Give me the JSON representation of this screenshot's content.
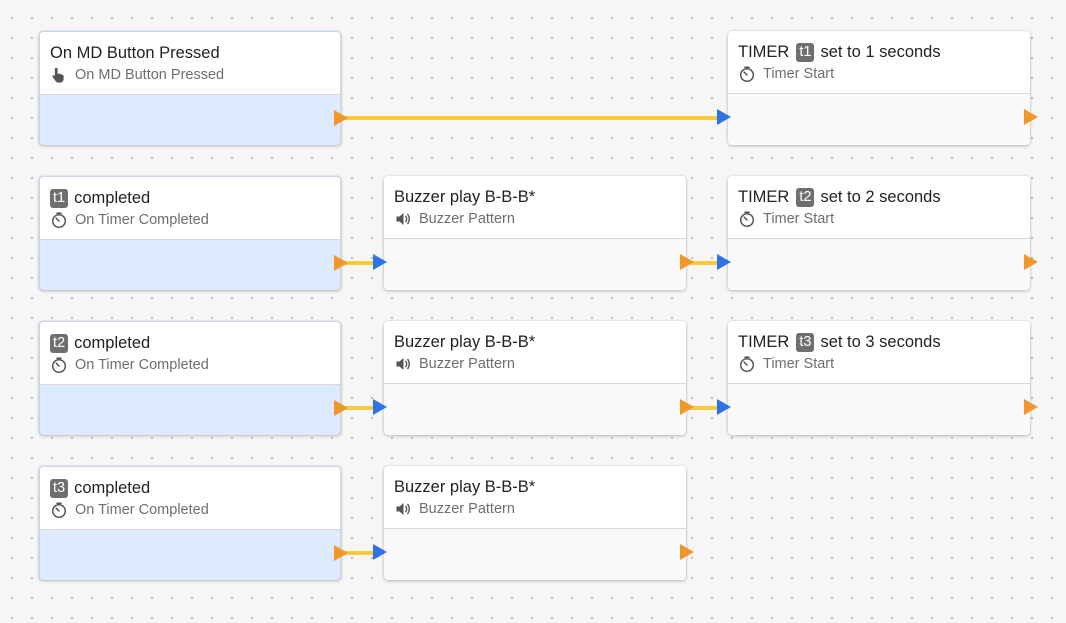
{
  "nodes": [
    {
      "id": "md-button",
      "kind": "trigger",
      "col": 0,
      "row": 0,
      "title_parts": [
        "On MD Button Pressed"
      ],
      "subtitle": "On MD Button Pressed",
      "icon": "hand-pointer-icon"
    },
    {
      "id": "timer-start-t1",
      "kind": "action",
      "col": 2,
      "row": 0,
      "title_parts": [
        "TIMER",
        "t1",
        "set to 1 seconds"
      ],
      "subtitle": "Timer Start",
      "icon": "timer-icon"
    },
    {
      "id": "t1-completed",
      "kind": "trigger",
      "col": 0,
      "row": 1,
      "title_parts": [
        "t1",
        "completed"
      ],
      "subtitle": "On Timer Completed",
      "icon": "timer-icon"
    },
    {
      "id": "buzzer-1",
      "kind": "action",
      "col": 1,
      "row": 1,
      "title_parts": [
        "Buzzer play B-B-B*"
      ],
      "subtitle": "Buzzer Pattern",
      "icon": "speaker-icon"
    },
    {
      "id": "timer-start-t2",
      "kind": "action",
      "col": 2,
      "row": 1,
      "title_parts": [
        "TIMER",
        "t2",
        "set to 2 seconds"
      ],
      "subtitle": "Timer Start",
      "icon": "timer-icon"
    },
    {
      "id": "t2-completed",
      "kind": "trigger",
      "col": 0,
      "row": 2,
      "title_parts": [
        "t2",
        "completed"
      ],
      "subtitle": "On Timer Completed",
      "icon": "timer-icon"
    },
    {
      "id": "buzzer-2",
      "kind": "action",
      "col": 1,
      "row": 2,
      "title_parts": [
        "Buzzer play B-B-B*"
      ],
      "subtitle": "Buzzer Pattern",
      "icon": "speaker-icon"
    },
    {
      "id": "timer-start-t3",
      "kind": "action",
      "col": 2,
      "row": 2,
      "title_parts": [
        "TIMER",
        "t3",
        "set to 3 seconds"
      ],
      "subtitle": "Timer Start",
      "icon": "timer-icon"
    },
    {
      "id": "t3-completed",
      "kind": "trigger",
      "col": 0,
      "row": 3,
      "title_parts": [
        "t3",
        "completed"
      ],
      "subtitle": "On Timer Completed",
      "icon": "timer-icon"
    },
    {
      "id": "buzzer-3",
      "kind": "action",
      "col": 1,
      "row": 3,
      "title_parts": [
        "Buzzer play B-B-B*"
      ],
      "subtitle": "Buzzer Pattern",
      "icon": "speaker-icon"
    }
  ],
  "badges": [
    "t1",
    "t2",
    "t3"
  ],
  "connections": [
    {
      "from": "md-button",
      "to": "timer-start-t1"
    },
    {
      "from": "t1-completed",
      "to": "buzzer-1"
    },
    {
      "from": "buzzer-1",
      "to": "timer-start-t2"
    },
    {
      "from": "t2-completed",
      "to": "buzzer-2"
    },
    {
      "from": "buzzer-2",
      "to": "timer-start-t3"
    },
    {
      "from": "t3-completed",
      "to": "buzzer-3"
    }
  ],
  "colors": {
    "wire": "#f8c93f",
    "output_port": "#f0962a",
    "input_port": "#2e73e8",
    "trigger_body": "#deeafd",
    "action_body": "#f9f9f9",
    "badge": "#6f6f6f"
  }
}
